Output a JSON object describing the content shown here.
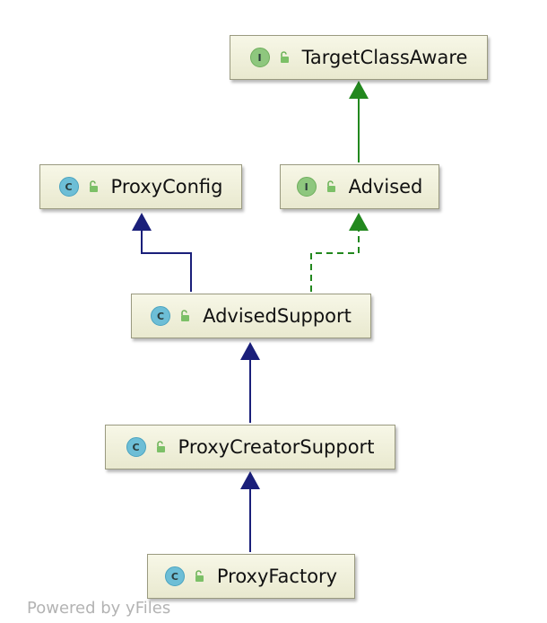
{
  "nodes": {
    "target_class_aware": {
      "label": "TargetClassAware",
      "kind": "I"
    },
    "proxy_config": {
      "label": "ProxyConfig",
      "kind": "C"
    },
    "advised": {
      "label": "Advised",
      "kind": "I"
    },
    "advised_support": {
      "label": "AdvisedSupport",
      "kind": "C"
    },
    "proxy_creator_support": {
      "label": "ProxyCreatorSupport",
      "kind": "C"
    },
    "proxy_factory": {
      "label": "ProxyFactory",
      "kind": "C"
    }
  },
  "edges": [
    {
      "from": "Advised",
      "to": "TargetClassAware",
      "relation": "extends",
      "color": "#22881e"
    },
    {
      "from": "AdvisedSupport",
      "to": "ProxyConfig",
      "relation": "extends",
      "color": "#1a1f7a"
    },
    {
      "from": "AdvisedSupport",
      "to": "Advised",
      "relation": "implements",
      "color": "#22881e"
    },
    {
      "from": "ProxyCreatorSupport",
      "to": "AdvisedSupport",
      "relation": "extends",
      "color": "#1a1f7a"
    },
    {
      "from": "ProxyFactory",
      "to": "ProxyCreatorSupport",
      "relation": "extends",
      "color": "#1a1f7a"
    }
  ],
  "colors": {
    "extends_class": "#1a1f7a",
    "interface_relation": "#22881e",
    "node_fill": "#f1f1dc",
    "class_badge": "#6dbed6",
    "interface_badge": "#8ec77e"
  },
  "icons": {
    "class_badge": "class-icon",
    "interface_badge": "interface-icon",
    "visibility": "unlocked-icon"
  },
  "watermark": "Powered by yFiles"
}
